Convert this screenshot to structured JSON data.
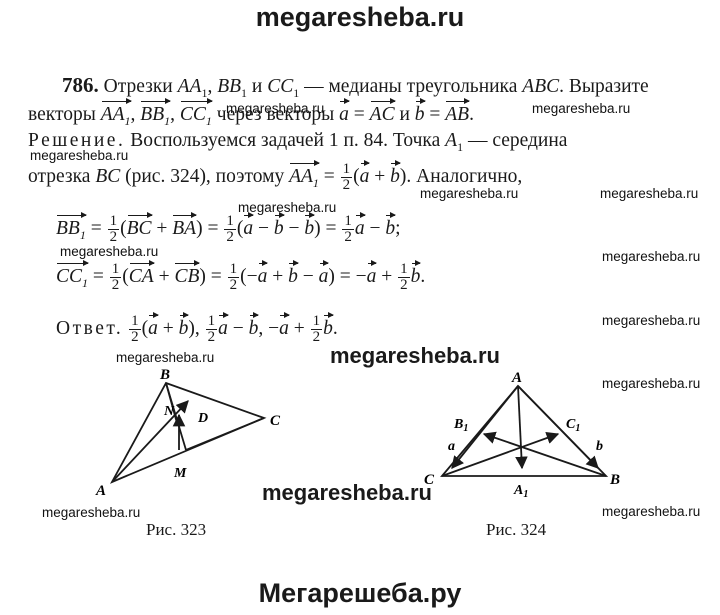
{
  "site": {
    "header": "megaresheba.ru",
    "footer": "Мегарешеба.ру",
    "watermark": "megaresheba.ru"
  },
  "problem": {
    "number": "786.",
    "w_otrezki": "Отрезки",
    "w_i": "и",
    "w_mediany": "— медианы треугольника",
    "w_triangle": "ABC",
    "w_vyrazite": ". Выразите",
    "w_vektory": "векторы",
    "w_cherez": "через векторы",
    "w_and": "и",
    "seg_AA1": "AA",
    "seg_BB1": "BB",
    "seg_CC1": "CC",
    "sub1": "1"
  },
  "solution": {
    "label": "Решение.",
    "text1": "Воспользуемся задачей 1 п. 84. Точка",
    "point_A1": "A",
    "text2": "— середина",
    "text3": "отрезка",
    "seg_BC": "BC",
    "text4": "(рис. 324), поэтому",
    "text5": ". Аналогично,",
    "answer_label": "Ответ."
  },
  "math": {
    "eq": "=",
    "plus": "+",
    "minus": "−",
    "neg": "−",
    "lp": "(",
    "rp": ")",
    "comma": ",",
    "semicolon": ";",
    "dot": ".",
    "half_n": "1",
    "half_d": "2",
    "vec_a": "a",
    "vec_b": "b",
    "vec_AC": "AC",
    "vec_AB": "AB",
    "vec_BC": "BC",
    "vec_BA": "BA",
    "vec_CA": "CA",
    "vec_CB": "CB"
  },
  "figures": {
    "fig323": {
      "caption": "Рис. 323",
      "labels": {
        "A": "A",
        "B": "B",
        "C": "C",
        "N": "N",
        "D": "D",
        "M": "M"
      }
    },
    "fig324": {
      "caption": "Рис. 324",
      "labels": {
        "A": "A",
        "B": "B",
        "C": "C",
        "B1": "B",
        "C1": "C",
        "A1": "A",
        "sub": "1",
        "a": "a",
        "b": "b"
      }
    }
  }
}
